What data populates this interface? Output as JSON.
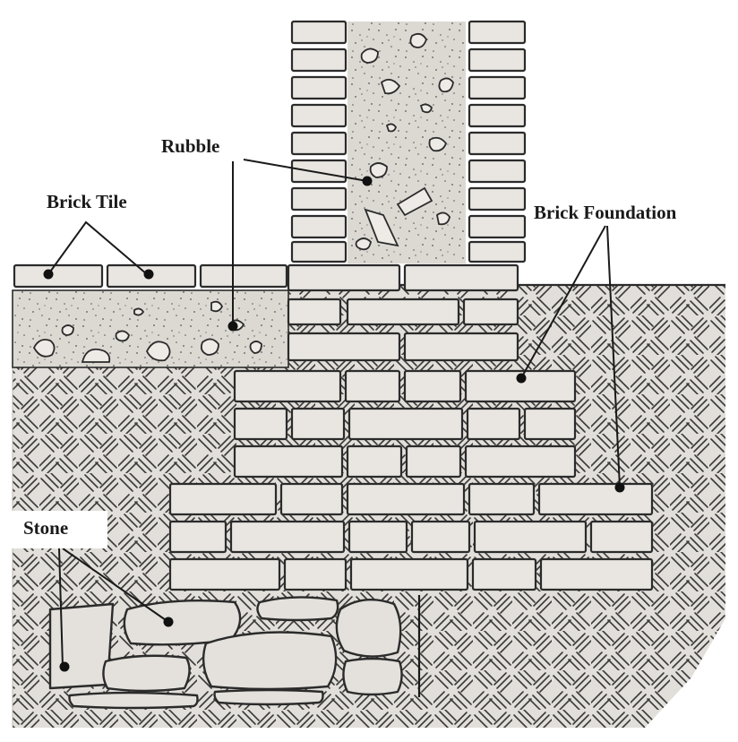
{
  "labels": {
    "rubble": "Rubble",
    "brick_tile": "Brick Tile",
    "brick_foundation": "Brick Foundation",
    "stone": "Stone"
  },
  "colors": {
    "ink": "#2b2b2b",
    "paper": "#ffffff",
    "brick_fill": "#e9e6e1",
    "ground_fill": "#e2dfda",
    "stone_fill": "#e4e1dc",
    "rubble_fill": "#dcd9d3",
    "dot": "#111111"
  }
}
